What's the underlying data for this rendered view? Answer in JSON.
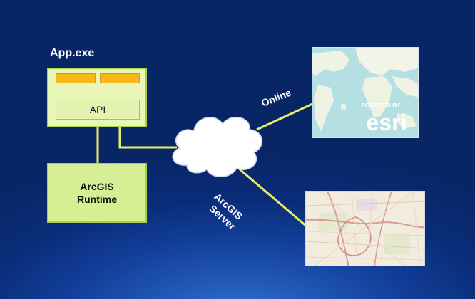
{
  "app": {
    "title": "App.exe",
    "api_label": "API"
  },
  "runtime": {
    "line1": "ArcGIS",
    "line2": "Runtime"
  },
  "connections": {
    "online_label": "Online",
    "server_label_line1": "ArcGIS",
    "server_label_line2": "Server"
  },
  "online_map": {
    "badge_top": "POWERED BY",
    "badge_brand": "esri"
  },
  "colors": {
    "line": "#e6ef6a",
    "box_fill": "#e8f6b8",
    "tab": "#f6b81a"
  }
}
